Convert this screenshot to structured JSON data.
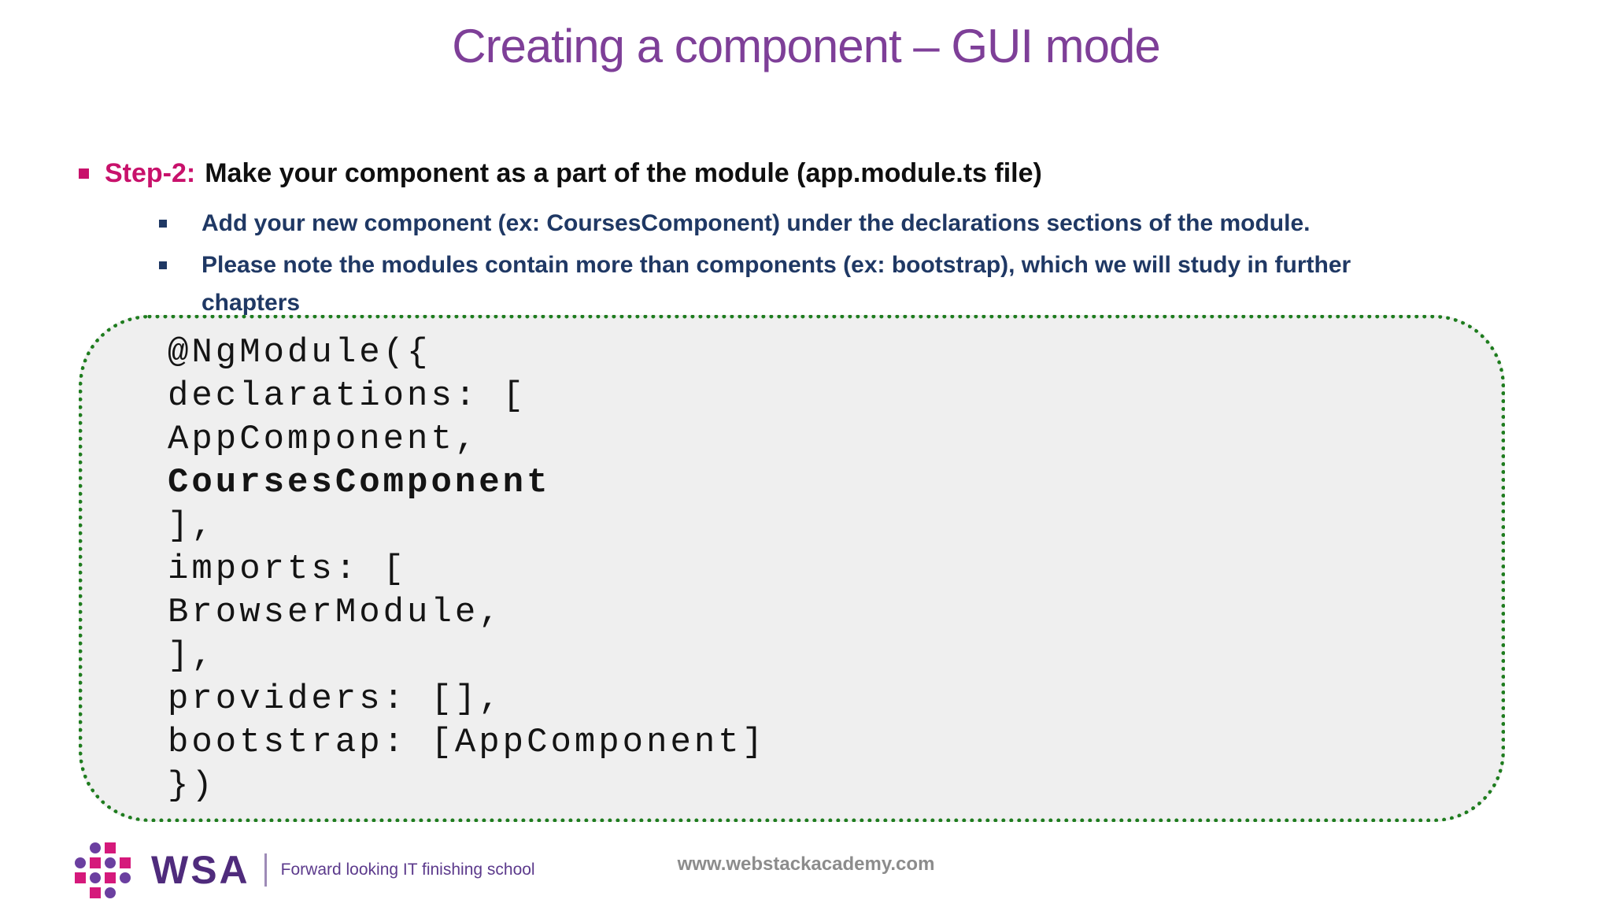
{
  "title": "Creating a component – GUI mode",
  "step": {
    "label": "Step-2:",
    "text": "Make your component as a part of the module (app.module.ts file)"
  },
  "bullets": {
    "b1": "Add your new component (ex: CoursesComponent) under the declarations sections of the module.",
    "b2_lines": [
      "Please note the modules contain more than components (ex: bootstrap), which we will study in further",
      "chapters"
    ]
  },
  "code": {
    "lines": [
      {
        "text": "@NgModule({",
        "bold": false
      },
      {
        "text": "declarations: [",
        "bold": false
      },
      {
        "text": "AppComponent,",
        "bold": false
      },
      {
        "text": "CoursesComponent",
        "bold": true
      },
      {
        "text": "],",
        "bold": false
      },
      {
        "text": "imports: [",
        "bold": false
      },
      {
        "text": "BrowserModule,",
        "bold": false
      },
      {
        "text": "],",
        "bold": false
      },
      {
        "text": "providers: [],",
        "bold": false
      },
      {
        "text": "bootstrap: [AppComponent]",
        "bold": false
      },
      {
        "text": "})",
        "bold": false
      }
    ]
  },
  "footer": {
    "logo_text": "WSA",
    "tagline": "Forward looking IT finishing school",
    "website": "www.webstackacademy.com"
  },
  "logo_grid": {
    "rows": [
      [
        "",
        "pc",
        "ms",
        ""
      ],
      [
        "pc",
        "ms",
        "pc",
        "ms"
      ],
      [
        "ms",
        "pc",
        "ms",
        "pc"
      ],
      [
        "",
        "ms",
        "pc",
        ""
      ]
    ]
  },
  "colors": {
    "title_purple": "#7e3f98",
    "step_pink": "#c8116b",
    "bullet_navy": "#1f3864",
    "code_border_green": "#1e7c1e",
    "code_background": "#efefef",
    "logo_dot_purple": "#6b3fa0",
    "logo_dot_magenta": "#d5197b",
    "logo_text_purple": "#4f2b7c",
    "tagline_purple": "#5c3a8c",
    "footer_gray": "#8c8c8c"
  }
}
